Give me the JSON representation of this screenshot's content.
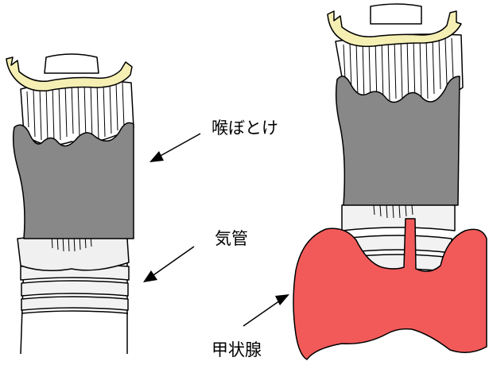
{
  "labels": {
    "adams_apple": "喉ぼとけ",
    "trachea": "気管",
    "thyroid": "甲状腺"
  },
  "colors": {
    "cartilage": "#888888",
    "hyoid_bone": "#f5efb4",
    "thyroid_gland": "#f25a5a",
    "tracheal_ring": "#f2f2f2",
    "stroke": "#000000"
  }
}
